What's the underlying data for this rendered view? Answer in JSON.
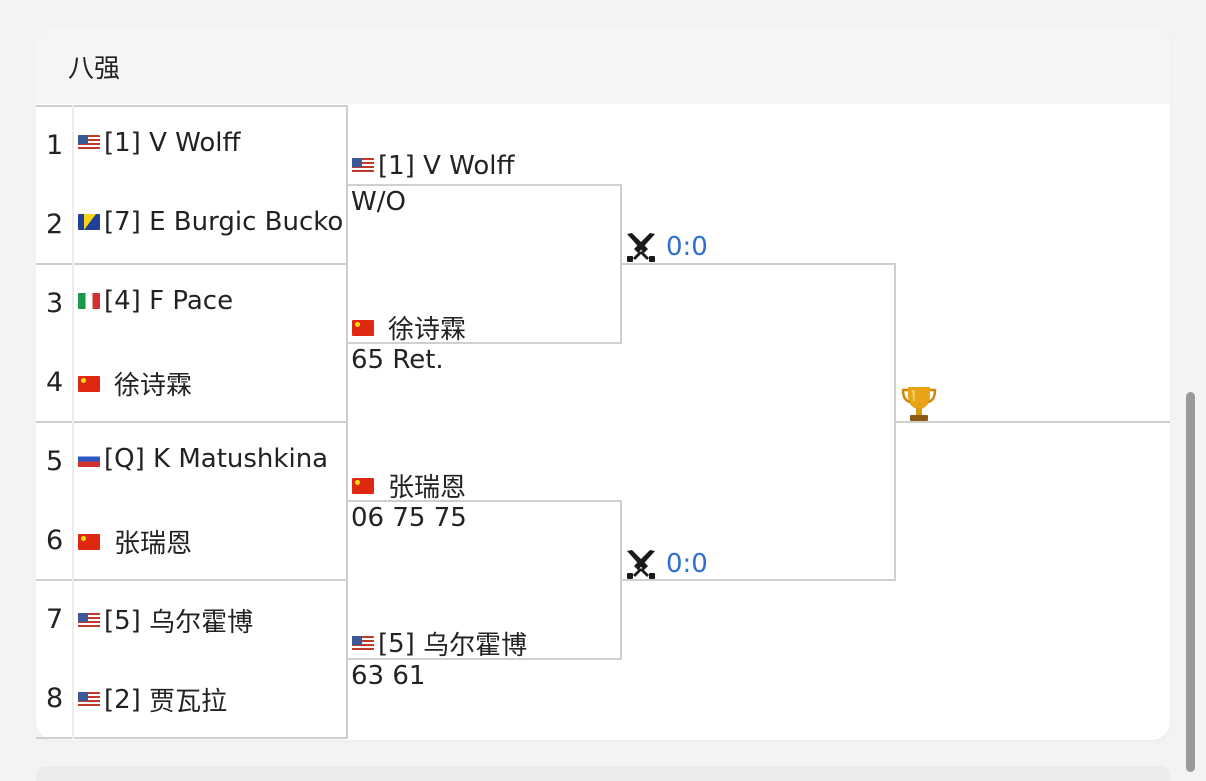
{
  "section": {
    "title": "八强"
  },
  "round1": [
    {
      "num": "1",
      "flag": "us",
      "seed": "[1]",
      "name": "V Wolff"
    },
    {
      "num": "2",
      "flag": "ba",
      "seed": "[7]",
      "name": "E Burgic Bucko"
    },
    {
      "num": "3",
      "flag": "it",
      "seed": "[4]",
      "name": "F Pace"
    },
    {
      "num": "4",
      "flag": "cn",
      "seed": "",
      "name": "徐诗霖"
    },
    {
      "num": "5",
      "flag": "ru",
      "seed": "[Q]",
      "name": "K Matushkina"
    },
    {
      "num": "6",
      "flag": "cn",
      "seed": "",
      "name": "张瑞恩"
    },
    {
      "num": "7",
      "flag": "us",
      "seed": "[5]",
      "name": "乌尔霍博"
    },
    {
      "num": "8",
      "flag": "us",
      "seed": "[2]",
      "name": "贾瓦拉"
    }
  ],
  "round2": [
    {
      "flag": "us",
      "seed": "[1]",
      "name": "V Wolff",
      "score": "W/O"
    },
    {
      "flag": "cn",
      "seed": "",
      "name": "徐诗霖",
      "score": "65 Ret."
    },
    {
      "flag": "cn",
      "seed": "",
      "name": "张瑞恩",
      "score": "06 75 75"
    },
    {
      "flag": "us",
      "seed": "[5]",
      "name": "乌尔霍博",
      "score": "63 61"
    }
  ],
  "semifinals": [
    {
      "icon": "crossed-swords-icon",
      "score": "0:0"
    },
    {
      "icon": "crossed-swords-icon",
      "score": "0:0"
    }
  ],
  "final": {
    "icon": "trophy-icon"
  },
  "colors": {
    "line": "#cfcfcf",
    "link": "#2f6fcf",
    "header_bg": "#f5f5f5"
  }
}
